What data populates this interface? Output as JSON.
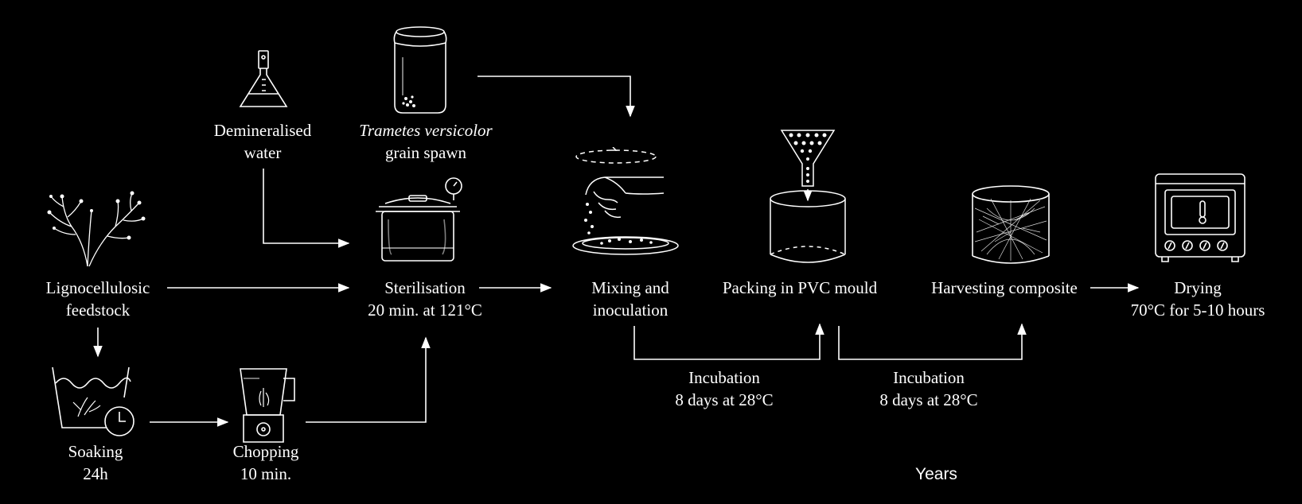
{
  "steps": {
    "water": {
      "line1": "Demineralised",
      "line2": "water"
    },
    "spawn": {
      "species": "Trametes versicolor",
      "line2": "grain spawn"
    },
    "feedstock": {
      "line1": "Lignocellulosic",
      "line2": "feedstock"
    },
    "sterilise": {
      "line1": "Sterilisation",
      "line2": "20 min. at 121°C"
    },
    "mixing": {
      "line1": "Mixing and",
      "line2": "inoculation"
    },
    "packing": {
      "line1": "Packing in PVC mould"
    },
    "harvesting": {
      "line1": "Harvesting composite"
    },
    "drying": {
      "line1": "Drying",
      "line2": "70°C for 5-10 hours"
    },
    "soaking": {
      "line1": "Soaking",
      "line2": "24h"
    },
    "chopping": {
      "line1": "Chopping",
      "line2": "10 min."
    }
  },
  "incubation_1": {
    "line1": "Incubation",
    "line2": "8 days at 28°C"
  },
  "incubation_2": {
    "line1": "Incubation",
    "line2": "8 days at 28°C"
  },
  "stray_label": "Years",
  "colors": {
    "background": "#000000",
    "foreground": "#ffffff"
  },
  "icons": [
    "flask-icon",
    "spawn-jar-icon",
    "plant-icon",
    "pressure-cooker-icon",
    "inoculation-hand-icon",
    "pvc-mould-icon",
    "mycelium-composite-icon",
    "oven-icon",
    "soaking-basin-icon",
    "blender-icon"
  ]
}
